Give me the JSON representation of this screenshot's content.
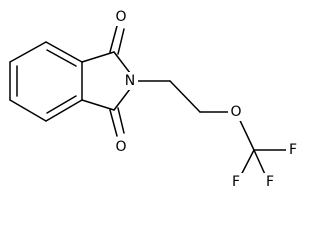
{
  "structure": {
    "atoms": {
      "O1": "O",
      "O2": "O",
      "N": "N",
      "O3": "O",
      "F1": "F",
      "F2": "F",
      "F3": "F"
    }
  }
}
